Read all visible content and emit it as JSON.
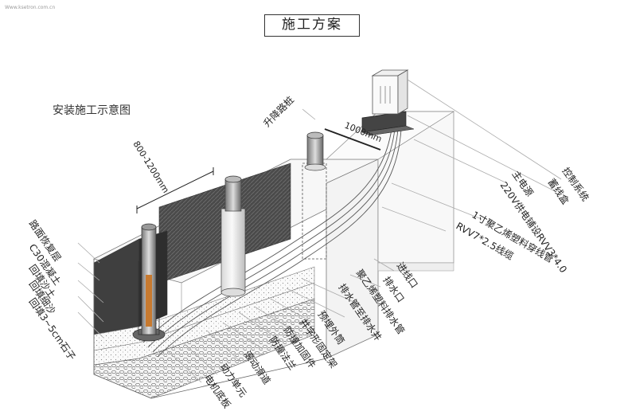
{
  "watermark": "Www.ksetron.com.cn",
  "title": "施工方案",
  "subtitle": "安装施工示意图",
  "dimensions": {
    "width_range": "800-1200mm",
    "distance": "1000mm"
  },
  "labels": {
    "bollard": "升降路桩",
    "control_system": "控制系统",
    "junction_box": "蓄线盒",
    "main_power": "主电源",
    "power_supply": "220V供电铺设RVV3*4.0",
    "conduit": "1寸聚乙烯塑料穿线管",
    "cable": "RVV7*2.5线缆",
    "inlet": "进线口",
    "drain_outlet": "排水口",
    "pe_drain_pipe": "聚乙烯塑料排水管",
    "drain_to_well": "排水管至排水井",
    "embedded_sleeve": "预埋外筒",
    "well_frame": "井字形固定架",
    "anti_reinforce": "防撞加固件",
    "anti_flange": "防撞法兰",
    "rolling_channel": "滚动滑道",
    "power_unit": "动力单元",
    "motor_base": "电机底板",
    "road_surface": "路面恢复层",
    "concrete": "C30混凝土",
    "sand_fill": "回填沙土",
    "fine_sand": "回填细沙",
    "gravel": "回填3~5cm石子"
  }
}
